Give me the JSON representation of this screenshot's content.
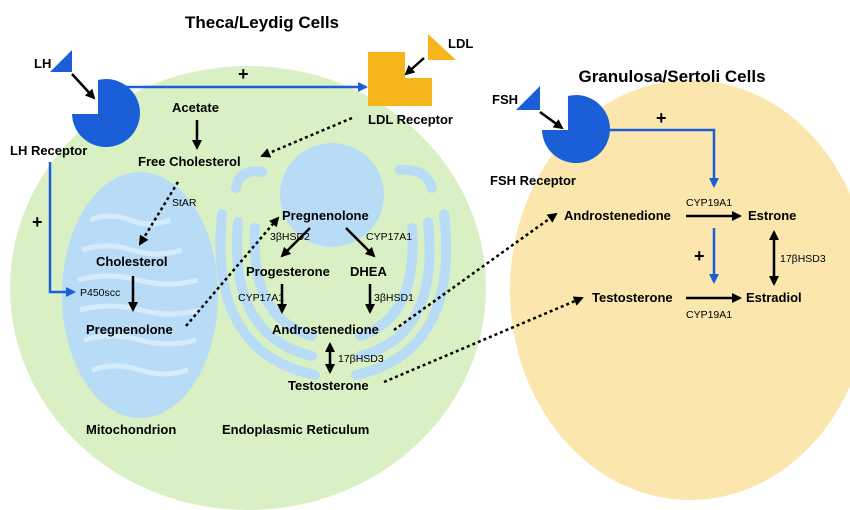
{
  "titles": {
    "theca": "Theca/Leydig Cells",
    "granulosa": "Granulosa/Sertoli Cells"
  },
  "theca": {
    "lh": "LH",
    "lh_receptor": "LH Receptor",
    "ldl": "LDL",
    "ldl_receptor": "LDL Receptor",
    "acetate": "Acetate",
    "free_cholesterol": "Free Cholesterol",
    "star": "StAR",
    "cholesterol": "Cholesterol",
    "p450scc": "P450scc",
    "mito_pregnenolone": "Pregnenolone",
    "mitochondrion": "Mitochondrion",
    "er": "Endoplasmic  Reticulum",
    "er_pregnenolone": "Pregnenolone",
    "hsd3b2": "3βHSD2",
    "cyp17a1_top": "CYP17A1",
    "progesterone": "Progesterone",
    "dhea": "DHEA",
    "cyp17a1_bottom": "CYP17A1",
    "hsd3b1": "3βHSD1",
    "androstenedione": "Androstenedione",
    "hsd17b3": "17βHSD3",
    "testosterone": "Testosterone",
    "plus_top": "+",
    "plus_left": "+"
  },
  "granulosa": {
    "fsh": "FSH",
    "fsh_receptor": "FSH Receptor",
    "androstenedione": "Androstenedione",
    "cyp19a1_top": "CYP19A1",
    "estrone": "Estrone",
    "hsd17b3": "17βHSD3",
    "testosterone": "Testosterone",
    "cyp19a1_bottom": "CYP19A1",
    "estradiol": "Estradiol",
    "plus_top": "+",
    "plus_mid": "+"
  },
  "colors": {
    "theca_cell": "#d9f0c4",
    "granulosa_cell": "#fbe6ad",
    "organelle": "#b9dcf6",
    "receptor": "#1a5fd8",
    "ldl": "#f6b51a",
    "blue_arrow": "#1a5fd8"
  }
}
